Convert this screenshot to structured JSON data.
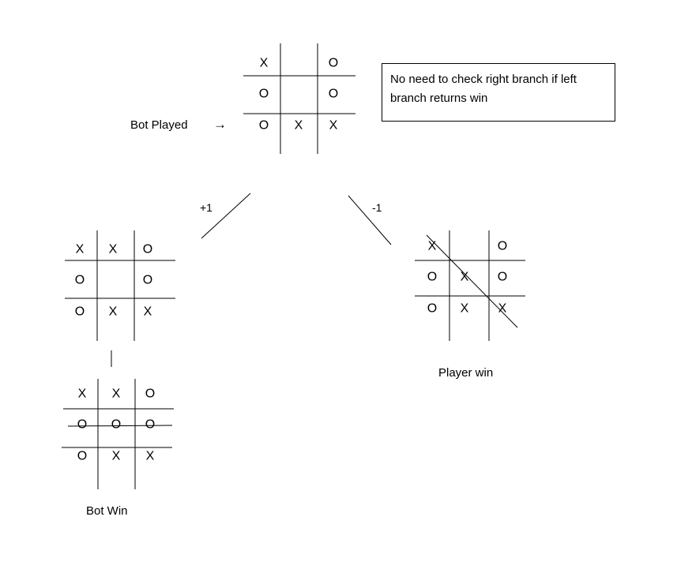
{
  "labels": {
    "bot_played": "Bot Played",
    "arrow": "→",
    "plus_one": "+1",
    "minus_one": "-1",
    "player_win": "Player win",
    "bot_win": "Bot Win"
  },
  "note": "No need to check right branch if left branch returns win",
  "boards": {
    "root": [
      [
        "X",
        "",
        "O"
      ],
      [
        "O",
        "",
        "O"
      ],
      [
        "O",
        "X",
        "X"
      ]
    ],
    "left": [
      [
        "X",
        "X",
        "O"
      ],
      [
        "O",
        "",
        "O"
      ],
      [
        "O",
        "X",
        "X"
      ]
    ],
    "right": [
      [
        "X",
        "",
        "O"
      ],
      [
        "O",
        "X",
        "O"
      ],
      [
        "O",
        "X",
        "X"
      ]
    ],
    "bottom": [
      [
        "X",
        "X",
        "O"
      ],
      [
        "O",
        "O",
        "O"
      ],
      [
        "O",
        "X",
        "X"
      ]
    ]
  }
}
